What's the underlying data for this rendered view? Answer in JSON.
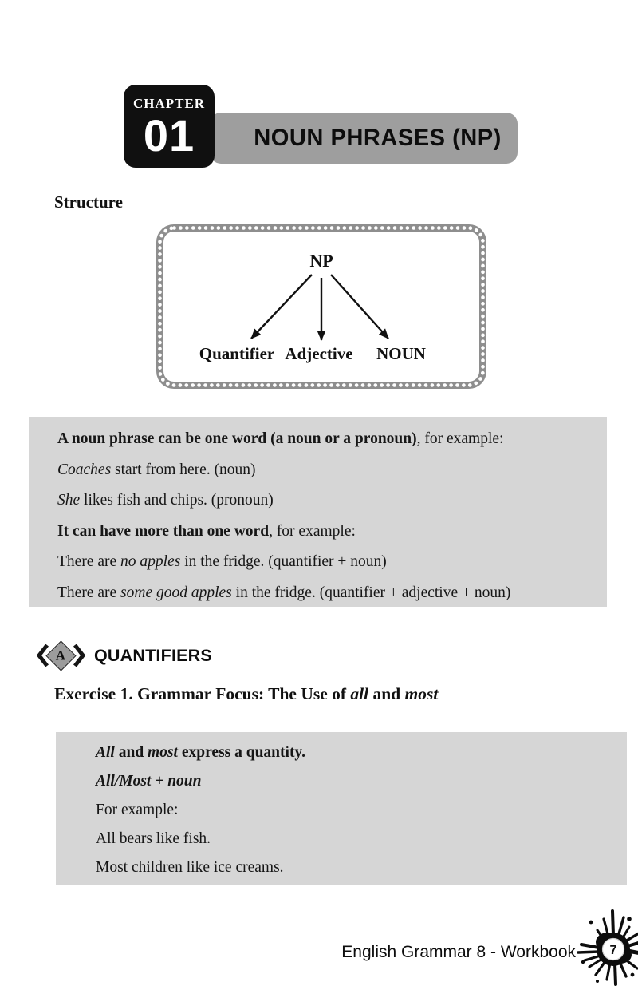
{
  "page": {
    "footer": "English Grammar 8 - Workbook",
    "number": "7"
  },
  "chapter": {
    "label": "CHAPTER",
    "number": "01",
    "title": "NOUN PHRASES (NP)"
  },
  "structure_heading": "Structure",
  "diagram": {
    "root": "NP",
    "children": [
      {
        "label": "Quantifier"
      },
      {
        "label": "Adjective"
      },
      {
        "label": "NOUN"
      }
    ]
  },
  "info_box": {
    "lines": [
      [
        {
          "t": "A noun phrase can be one word (a noun or a pronoun)",
          "b": true
        },
        {
          "t": ", for example:"
        }
      ],
      [
        {
          "t": "Coaches",
          "i": true
        },
        {
          "t": " start from here. (noun)"
        }
      ],
      [
        {
          "t": "She",
          "i": true
        },
        {
          "t": " likes fish and chips. (pronoun)"
        }
      ],
      [
        {
          "t": "It can have more than one word",
          "b": true
        },
        {
          "t": ", for example:"
        }
      ],
      [
        {
          "t": "There are "
        },
        {
          "t": "no apples",
          "i": true
        },
        {
          "t": " in the fridge. (quantifier + noun)"
        }
      ],
      [
        {
          "t": "There are "
        },
        {
          "t": "some good apples",
          "i": true
        },
        {
          "t": " in the fridge. (quantifier + adjective + noun)"
        }
      ]
    ]
  },
  "section": {
    "letter": "A",
    "title": "QUANTIFIERS"
  },
  "exercise": {
    "segments": [
      {
        "t": "Exercise 1. Grammar Focus: The Use of ",
        "b": true
      },
      {
        "t": "all",
        "b": true,
        "i": true
      },
      {
        "t": " and ",
        "b": true
      },
      {
        "t": "most",
        "b": true,
        "i": true
      }
    ]
  },
  "quantity_box": {
    "lines": [
      [
        {
          "t": "All",
          "b": true,
          "i": true
        },
        {
          "t": " and ",
          "b": true
        },
        {
          "t": "most",
          "b": true,
          "i": true
        },
        {
          "t": " express a quantity.",
          "b": true
        }
      ],
      [
        {
          "t": "All/Most + noun",
          "b": true,
          "i": true
        }
      ],
      [
        {
          "t": "For example:"
        }
      ],
      [
        {
          "t": "All bears like fish."
        }
      ],
      [
        {
          "t": "Most children like ice creams."
        }
      ]
    ]
  },
  "colors": {
    "ink_black": "#111111",
    "banner_gray": "#9e9e9e",
    "panel_gray": "#d6d6d6",
    "frame_gray": "#8e8e8e",
    "diamond_gray": "#9c9c9c"
  }
}
